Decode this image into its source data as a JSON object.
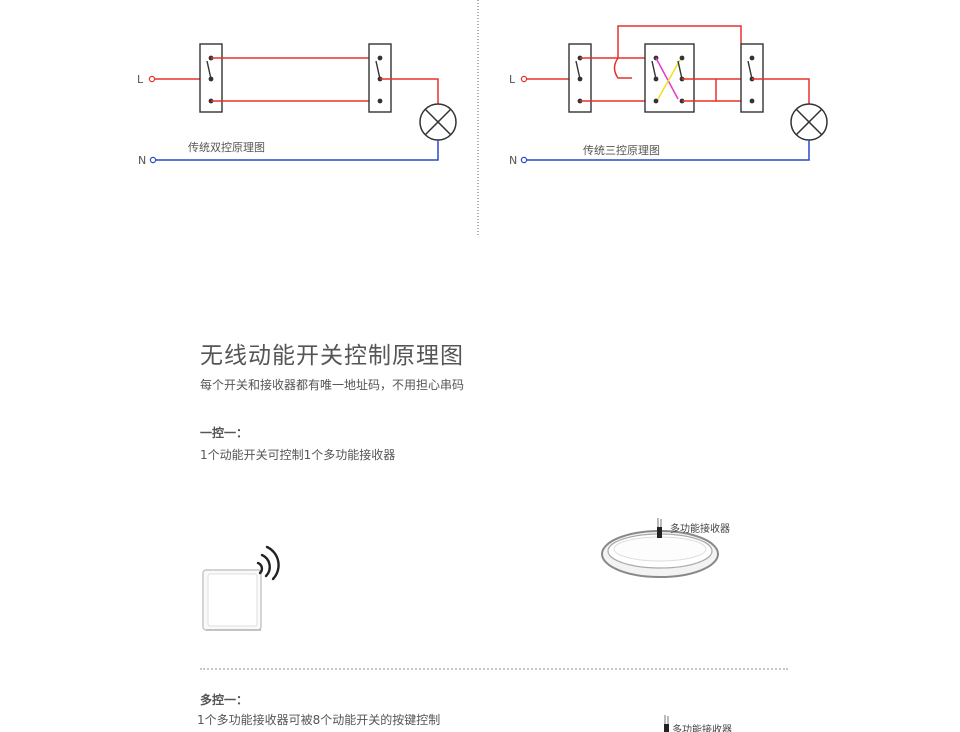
{
  "diagram_two_way": {
    "caption": "传统双控原理图",
    "label_l": "L",
    "label_n": "N"
  },
  "diagram_three_way": {
    "caption": "传统三控原理图",
    "label_l": "L",
    "label_n": "N"
  },
  "main": {
    "title": "无线动能开关控制原理图",
    "subtitle": "每个开关和接收器都有唯一地址码，不用担心串码"
  },
  "section_one": {
    "heading": "一控一：",
    "description": "1个动能开关可控制1个多功能接收器",
    "receiver_label": "多功能接收器"
  },
  "section_many": {
    "heading": "多控一：",
    "description": "1个多功能接收器可被8个动能开关的按键控制",
    "receiver_label": "多功能接收器"
  },
  "colors": {
    "live_wire": "#e8302a",
    "neutral_wire": "#2b48c8",
    "cross_wire_a": "#e838c8",
    "cross_wire_b": "#f0e020",
    "text": "#555555"
  },
  "icons": [
    "light-bulb-icon",
    "wireless-signal-icon",
    "switch-panel-icon",
    "ceiling-lamp-icon",
    "receiver-module-icon"
  ]
}
